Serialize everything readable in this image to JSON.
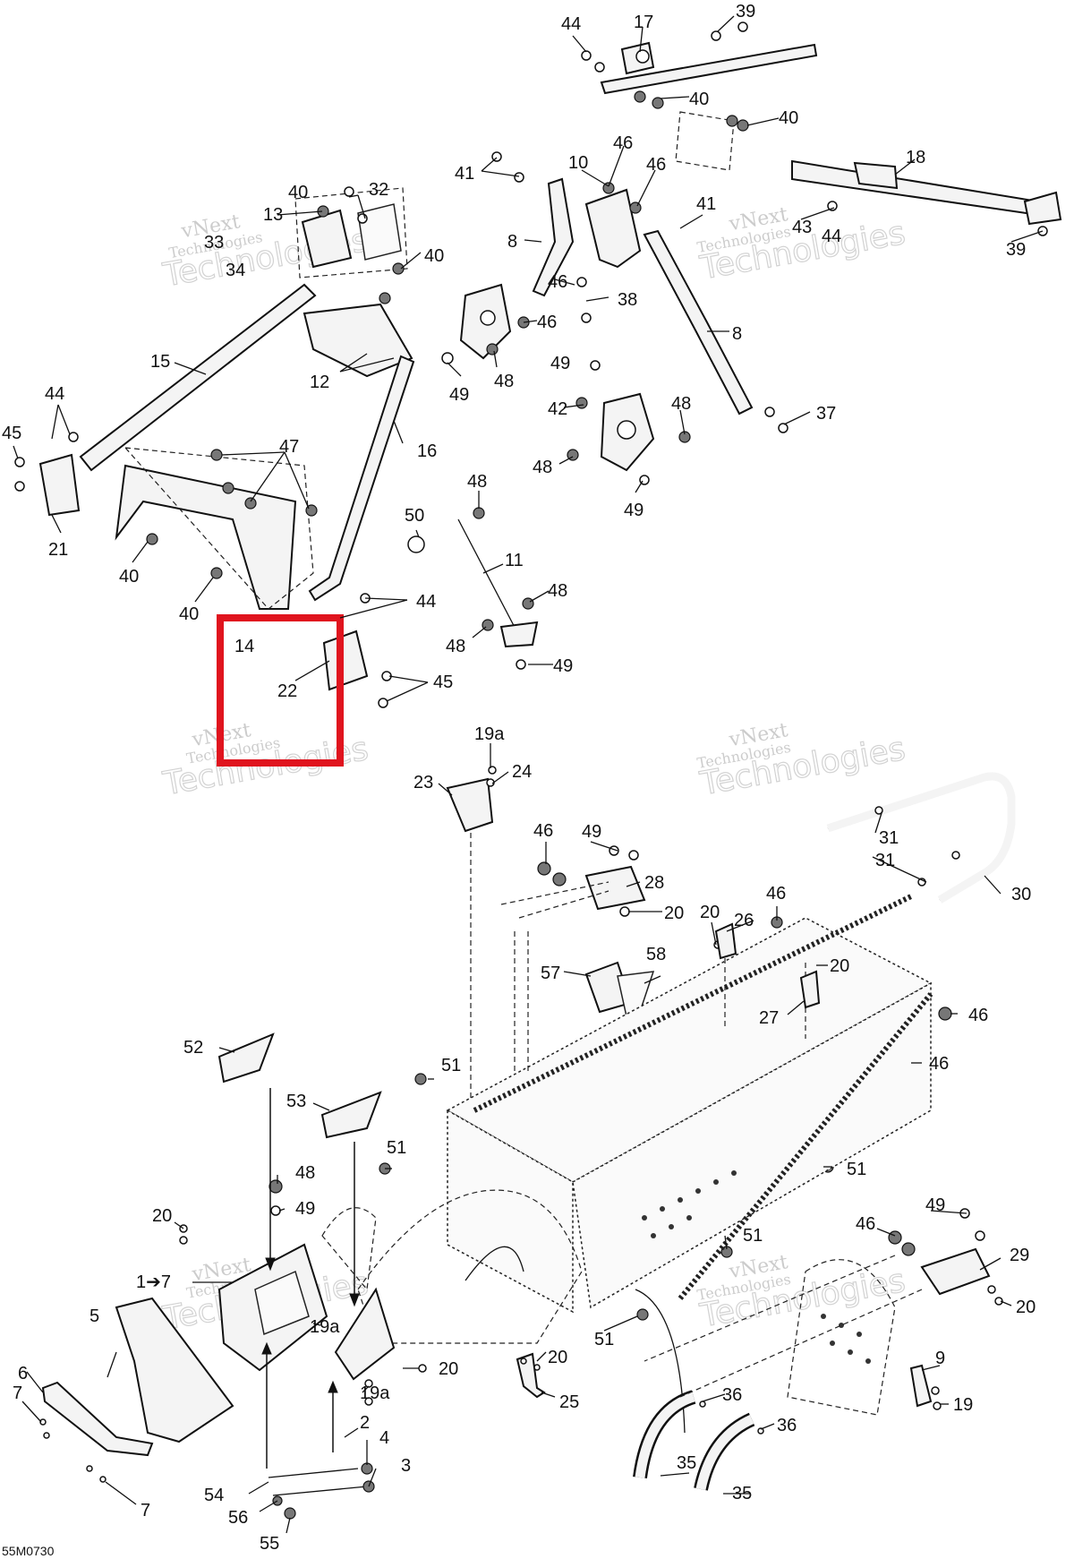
{
  "reference_code": "55M0730",
  "watermark": {
    "line1": "vNext",
    "line2": "Technologies",
    "line3": "Technologies"
  },
  "highlight": {
    "color": "#e0141e",
    "item": "22"
  },
  "callouts": [
    {
      "id": "c44a",
      "text": "44"
    },
    {
      "id": "c17",
      "text": "17"
    },
    {
      "id": "c39a",
      "text": "39"
    },
    {
      "id": "c40a",
      "text": "40"
    },
    {
      "id": "c40b",
      "text": "40"
    },
    {
      "id": "c18",
      "text": "18"
    },
    {
      "id": "c39b",
      "text": "39"
    },
    {
      "id": "c43",
      "text": "43"
    },
    {
      "id": "c44b",
      "text": "44"
    },
    {
      "id": "c41a",
      "text": "41"
    },
    {
      "id": "c10",
      "text": "10"
    },
    {
      "id": "c46a",
      "text": "46"
    },
    {
      "id": "c46b",
      "text": "46"
    },
    {
      "id": "c41b",
      "text": "41"
    },
    {
      "id": "c8a",
      "text": "8"
    },
    {
      "id": "c46c",
      "text": "46"
    },
    {
      "id": "c38",
      "text": "38"
    },
    {
      "id": "c46d",
      "text": "46"
    },
    {
      "id": "c8b",
      "text": "8"
    },
    {
      "id": "c40c",
      "text": "40"
    },
    {
      "id": "c32",
      "text": "32"
    },
    {
      "id": "c13",
      "text": "13"
    },
    {
      "id": "c33",
      "text": "33"
    },
    {
      "id": "c34",
      "text": "34"
    },
    {
      "id": "c40d",
      "text": "40"
    },
    {
      "id": "c15",
      "text": "15"
    },
    {
      "id": "c12",
      "text": "12"
    },
    {
      "id": "c49a",
      "text": "49"
    },
    {
      "id": "c48a",
      "text": "48"
    },
    {
      "id": "c49b",
      "text": "49"
    },
    {
      "id": "c42",
      "text": "42"
    },
    {
      "id": "c48b",
      "text": "48"
    },
    {
      "id": "c37",
      "text": "37"
    },
    {
      "id": "c48c",
      "text": "48"
    },
    {
      "id": "c49c",
      "text": "49"
    },
    {
      "id": "c44c",
      "text": "44"
    },
    {
      "id": "c45a",
      "text": "45"
    },
    {
      "id": "c47",
      "text": "47"
    },
    {
      "id": "c16",
      "text": "16"
    },
    {
      "id": "c21",
      "text": "21"
    },
    {
      "id": "c40e",
      "text": "40"
    },
    {
      "id": "c40f",
      "text": "40"
    },
    {
      "id": "c48d",
      "text": "48"
    },
    {
      "id": "c50",
      "text": "50"
    },
    {
      "id": "c11",
      "text": "11"
    },
    {
      "id": "c48e",
      "text": "48"
    },
    {
      "id": "c44d",
      "text": "44"
    },
    {
      "id": "c14",
      "text": "14"
    },
    {
      "id": "c48f",
      "text": "48"
    },
    {
      "id": "c49d",
      "text": "49"
    },
    {
      "id": "c22",
      "text": "22"
    },
    {
      "id": "c45b",
      "text": "45"
    },
    {
      "id": "c19a_1",
      "text": "19a"
    },
    {
      "id": "c24",
      "text": "24"
    },
    {
      "id": "c23",
      "text": "23"
    },
    {
      "id": "c46e",
      "text": "46"
    },
    {
      "id": "c49e",
      "text": "49"
    },
    {
      "id": "c28",
      "text": "28"
    },
    {
      "id": "c20a",
      "text": "20"
    },
    {
      "id": "c31a",
      "text": "31"
    },
    {
      "id": "c31b",
      "text": "31"
    },
    {
      "id": "c30",
      "text": "30"
    },
    {
      "id": "c20b",
      "text": "20"
    },
    {
      "id": "c26",
      "text": "26"
    },
    {
      "id": "c46f",
      "text": "46"
    },
    {
      "id": "c57",
      "text": "57"
    },
    {
      "id": "c58",
      "text": "58"
    },
    {
      "id": "c20c",
      "text": "20"
    },
    {
      "id": "c27",
      "text": "27"
    },
    {
      "id": "c46g",
      "text": "46"
    },
    {
      "id": "c46h",
      "text": "46"
    },
    {
      "id": "c52",
      "text": "52"
    },
    {
      "id": "c51a",
      "text": "51"
    },
    {
      "id": "c53",
      "text": "53"
    },
    {
      "id": "c51b",
      "text": "51"
    },
    {
      "id": "c51c",
      "text": "51"
    },
    {
      "id": "c48g",
      "text": "48"
    },
    {
      "id": "c49f",
      "text": "49"
    },
    {
      "id": "c20d",
      "text": "20"
    },
    {
      "id": "c17b",
      "text": "1➔7"
    },
    {
      "id": "c19a_2",
      "text": "19a"
    },
    {
      "id": "c5",
      "text": "5"
    },
    {
      "id": "c6",
      "text": "6"
    },
    {
      "id": "c7a",
      "text": "7"
    },
    {
      "id": "c20e",
      "text": "20"
    },
    {
      "id": "c19a_3",
      "text": "19a"
    },
    {
      "id": "c2",
      "text": "2"
    },
    {
      "id": "c4",
      "text": "4"
    },
    {
      "id": "c3",
      "text": "3"
    },
    {
      "id": "c54",
      "text": "54"
    },
    {
      "id": "c56",
      "text": "56"
    },
    {
      "id": "c55",
      "text": "55"
    },
    {
      "id": "c7b",
      "text": "7"
    },
    {
      "id": "c51d",
      "text": "51"
    },
    {
      "id": "c51e",
      "text": "51"
    },
    {
      "id": "c20f",
      "text": "20"
    },
    {
      "id": "c25",
      "text": "25"
    },
    {
      "id": "c36a",
      "text": "36"
    },
    {
      "id": "c36b",
      "text": "36"
    },
    {
      "id": "c35a",
      "text": "35"
    },
    {
      "id": "c35b",
      "text": "35"
    },
    {
      "id": "c49g",
      "text": "49"
    },
    {
      "id": "c46i",
      "text": "46"
    },
    {
      "id": "c29",
      "text": "29"
    },
    {
      "id": "c20g",
      "text": "20"
    },
    {
      "id": "c9",
      "text": "9"
    },
    {
      "id": "c19",
      "text": "19"
    }
  ]
}
